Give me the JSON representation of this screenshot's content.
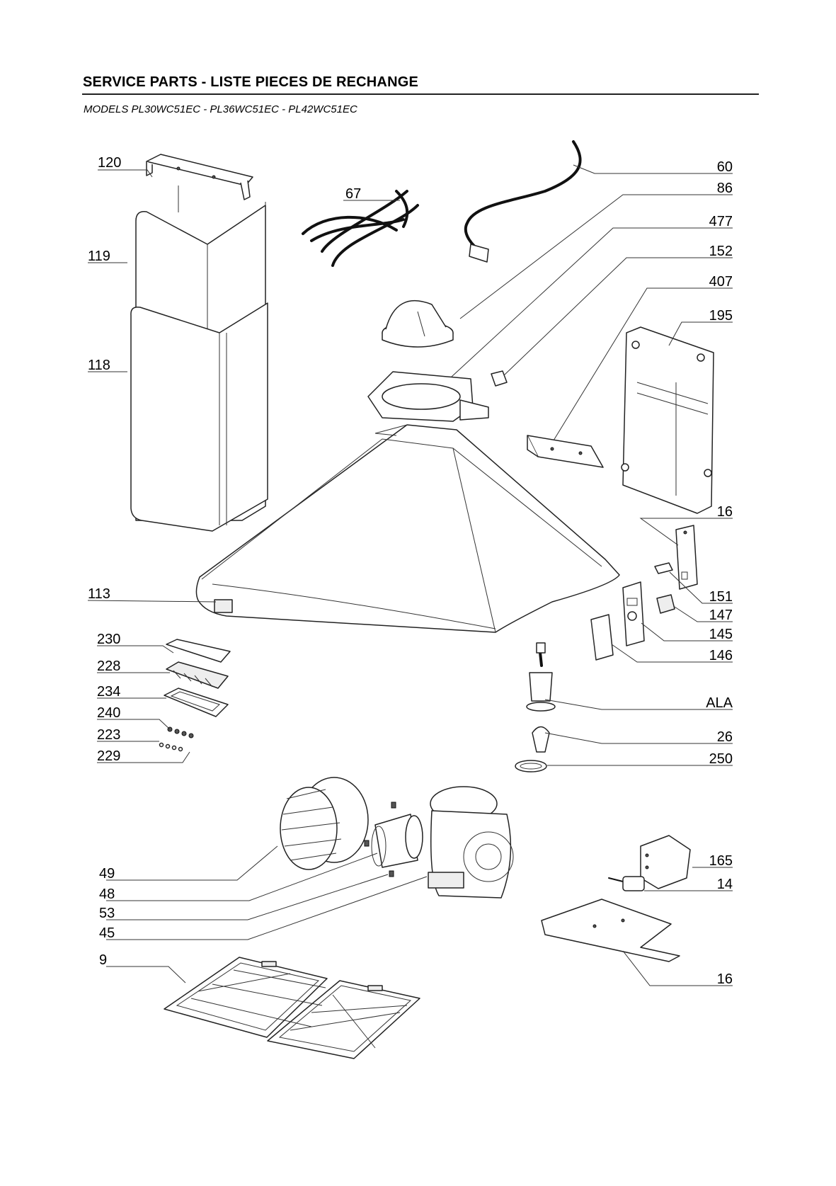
{
  "header": {
    "title": "SERVICE PARTS - LISTE PIECES DE RECHANGE",
    "subtitle": "MODELS PL30WC51EC - PL36WC51EC - PL42WC51EC"
  },
  "callouts": [
    "120",
    "119",
    "118",
    "113",
    "230",
    "228",
    "234",
    "240",
    "223",
    "229",
    "67",
    "60",
    "86",
    "477",
    "152",
    "407",
    "195",
    "16",
    "151",
    "147",
    "145",
    "146",
    "ALA",
    "26",
    "250",
    "49",
    "48",
    "53",
    "45",
    "9",
    "165",
    "14",
    "16"
  ]
}
